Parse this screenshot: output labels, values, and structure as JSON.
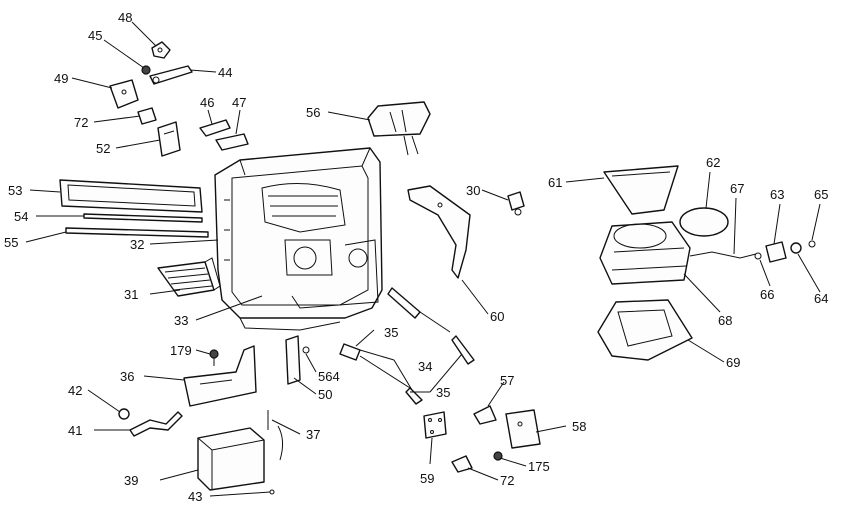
{
  "diagram": {
    "callouts": [
      {
        "id": "c48",
        "label": "48"
      },
      {
        "id": "c45",
        "label": "45"
      },
      {
        "id": "c44",
        "label": "44"
      },
      {
        "id": "c49",
        "label": "49"
      },
      {
        "id": "c46",
        "label": "46"
      },
      {
        "id": "c47",
        "label": "47"
      },
      {
        "id": "c72a",
        "label": "72"
      },
      {
        "id": "c52",
        "label": "52"
      },
      {
        "id": "c56",
        "label": "56"
      },
      {
        "id": "c53",
        "label": "53"
      },
      {
        "id": "c54",
        "label": "54"
      },
      {
        "id": "c55",
        "label": "55"
      },
      {
        "id": "c32",
        "label": "32"
      },
      {
        "id": "c31",
        "label": "31"
      },
      {
        "id": "c33",
        "label": "33"
      },
      {
        "id": "c30",
        "label": "30"
      },
      {
        "id": "c60",
        "label": "60"
      },
      {
        "id": "c61",
        "label": "61"
      },
      {
        "id": "c62",
        "label": "62"
      },
      {
        "id": "c67",
        "label": "67"
      },
      {
        "id": "c63",
        "label": "63"
      },
      {
        "id": "c65",
        "label": "65"
      },
      {
        "id": "c68",
        "label": "68"
      },
      {
        "id": "c66",
        "label": "66"
      },
      {
        "id": "c64",
        "label": "64"
      },
      {
        "id": "c69",
        "label": "69"
      },
      {
        "id": "c35a",
        "label": "35"
      },
      {
        "id": "c34",
        "label": "34"
      },
      {
        "id": "c35b",
        "label": "35"
      },
      {
        "id": "c179",
        "label": "179"
      },
      {
        "id": "c36",
        "label": "36"
      },
      {
        "id": "c564",
        "label": "564"
      },
      {
        "id": "c50",
        "label": "50"
      },
      {
        "id": "c42",
        "label": "42"
      },
      {
        "id": "c41",
        "label": "41"
      },
      {
        "id": "c37",
        "label": "37"
      },
      {
        "id": "c39",
        "label": "39"
      },
      {
        "id": "c43",
        "label": "43"
      },
      {
        "id": "c57",
        "label": "57"
      },
      {
        "id": "c58",
        "label": "58"
      },
      {
        "id": "c59",
        "label": "59"
      },
      {
        "id": "c175",
        "label": "175"
      },
      {
        "id": "c72b",
        "label": "72"
      }
    ]
  }
}
